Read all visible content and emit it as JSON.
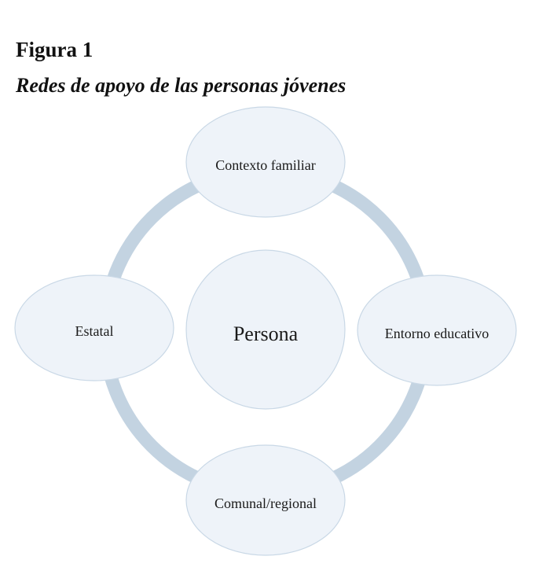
{
  "figure": {
    "label": "Figura 1",
    "title": "Redes de apoyo de las personas jóvenes"
  },
  "diagram": {
    "center": "Persona",
    "nodes": [
      {
        "id": "top",
        "label": "Contexto familiar"
      },
      {
        "id": "right",
        "label": "Entorno educativo"
      },
      {
        "id": "bottom",
        "label": "Comunal/regional"
      },
      {
        "id": "left",
        "label": "Estatal"
      }
    ]
  },
  "colors": {
    "ring": "#c3d3e1",
    "node_fill": "#eef3f9",
    "node_stroke": "#c9d8e6",
    "text": "#1a1a1a"
  }
}
